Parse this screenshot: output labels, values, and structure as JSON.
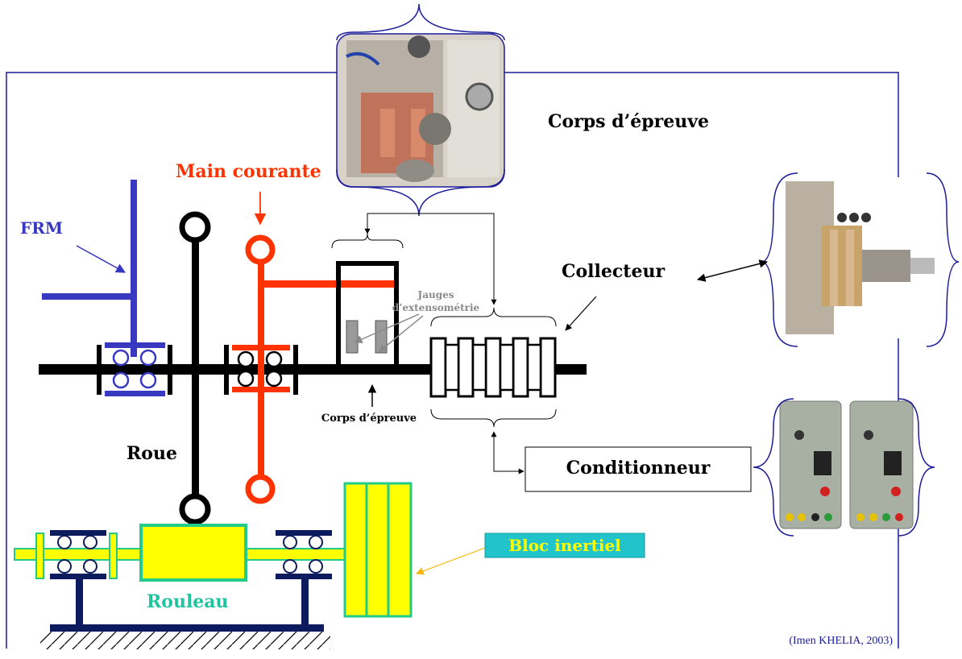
{
  "labels": {
    "corps_epreuve_title": "Corps d’épreuve",
    "main_courante": "Main courante",
    "frm": "FRM",
    "collecteur": "Collecteur",
    "jauges_line1": "Jauges",
    "jauges_line2": "d’extensométrie",
    "corps_epreuve_small": "Corps d’épreuve",
    "conditionneur": "Conditionneur",
    "roue": "Roue",
    "bloc_inertiel": "Bloc inertiel",
    "rouleau": "Rouleau",
    "source": "(Imen KHELIA, 2003)"
  },
  "colors": {
    "frame": "#1c1c9a",
    "frm_blue": "#3838c0",
    "main_courante_red": "#ff3300",
    "shaft": "#000000",
    "yellow": "#ffff00",
    "green": "#22cc88",
    "navy": "#0b1b5e",
    "bloc_bg": "#22c4cc",
    "bloc_text": "#ffff00",
    "gauge_gray": "#9a9a9a",
    "arrow_orange": "#f5b400"
  }
}
